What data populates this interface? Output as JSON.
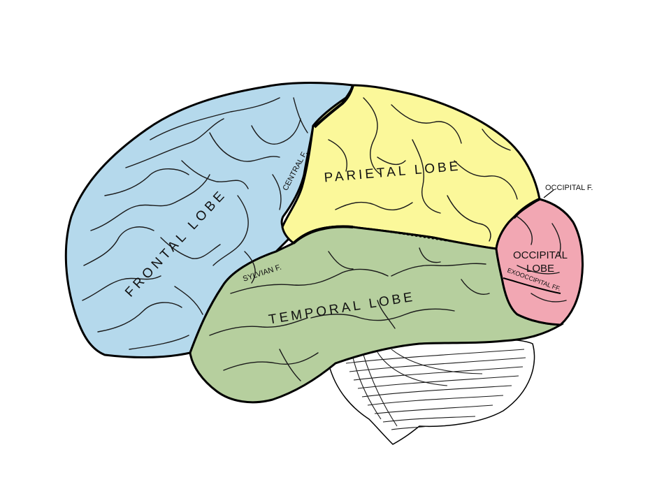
{
  "colors": {
    "frontal": "#b5d9ec",
    "parietal": "#fbf89a",
    "temporal": "#b6cf9e",
    "occipital": "#f2a7b3",
    "cerebellum": "#ffffff",
    "outline": "#000000"
  },
  "labels": {
    "frontal_lobe": "FRONTAL LOBE",
    "parietal_lobe": "PARIETAL LOBE",
    "temporal_lobe": "TEMPORAL LOBE",
    "occipital_lobe_line1": "OCCIPITAL",
    "occipital_lobe_line2": "LOBE",
    "central_fissure": "CENTRAL F.",
    "sylvian_fissure": "SYLVIAN F.",
    "occipital_fissure": "OCCIPITAL F.",
    "exooccipital_fissures": "EXOOCCIPITAL FF."
  }
}
